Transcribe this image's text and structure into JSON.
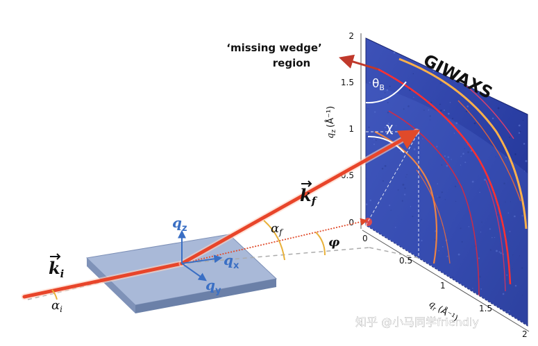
{
  "labels": {
    "missing_wedge_line1": "‘missing wedge’",
    "missing_wedge_line2": "region",
    "giwaxs": "GIWAXS",
    "theta_b": "θ",
    "theta_b_sub": "B",
    "chi": "χ",
    "k_i": "k",
    "k_i_sub": "i",
    "k_f": "k",
    "k_f_sub": "f",
    "alpha_i": "α",
    "alpha_i_sub": "i",
    "alpha_f": "α",
    "alpha_f_sub": "f",
    "phi": "φ",
    "q_z": "q",
    "q_z_sub": "z",
    "q_x": "q",
    "q_x_sub": "x",
    "q_y": "q",
    "q_y_sub": "y",
    "watermark": "知乎 @小马同学friendly"
  },
  "axes": {
    "qz_label": "q",
    "qz_label_sub": "z",
    "qz_unit": "(Å⁻¹)",
    "qz_ticks": [
      "0",
      "0.5",
      "1",
      "1.5",
      "2"
    ],
    "qr_label": "q",
    "qr_label_sub": "r",
    "qr_unit": "(Å⁻¹)",
    "qr_ticks": [
      "0",
      "0.5",
      "1",
      "1.5",
      "2"
    ]
  },
  "colors": {
    "beam": "#e8452a",
    "detector": "#2a3fa0",
    "vector": "#3a6fc4",
    "sample": "#8ea2c6",
    "angle_arc": "#e8b13a",
    "missing_wedge_arrow": "#c0392b"
  }
}
